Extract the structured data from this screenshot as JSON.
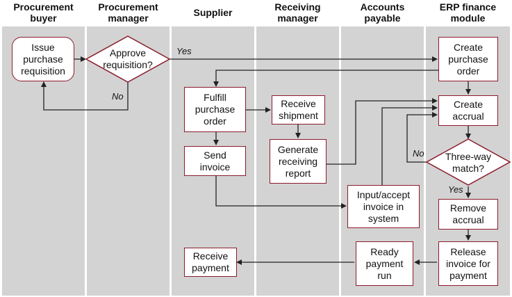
{
  "lanes": [
    {
      "title": "Procurement\nbuyer"
    },
    {
      "title": "Procurement\nmanager"
    },
    {
      "title": "Supplier"
    },
    {
      "title": "Receiving\nmanager"
    },
    {
      "title": "Accounts\npayable"
    },
    {
      "title": "ERP finance\nmodule"
    }
  ],
  "nodes": {
    "issue_requisition": "Issue\npurchase\nrequisition",
    "approve_requisition": "Approve\nrequisition?",
    "create_po": "Create\npurchase\norder",
    "fulfill_po": "Fulfill\npurchase\norder",
    "receive_shipment": "Receive\nshipment",
    "create_accrual": "Create\naccrual",
    "generate_report": "Generate\nreceiving\nreport",
    "send_invoice": "Send\ninvoice",
    "three_way_match": "Three-way\nmatch?",
    "input_invoice": "Input/accept\ninvoice in\nsystem",
    "remove_accrual": "Remove\naccrual",
    "receive_payment": "Receive\npayment",
    "ready_payment": "Ready\npayment\nrun",
    "release_invoice": "Release\ninvoice for\npayment"
  },
  "labels": {
    "approve_yes": "Yes",
    "approve_no": "No",
    "match_no": "No",
    "match_yes": "Yes"
  },
  "colors": {
    "lane_fill": "#d3d3d3",
    "box_border": "#8b1a2b",
    "connector": "#222222"
  }
}
